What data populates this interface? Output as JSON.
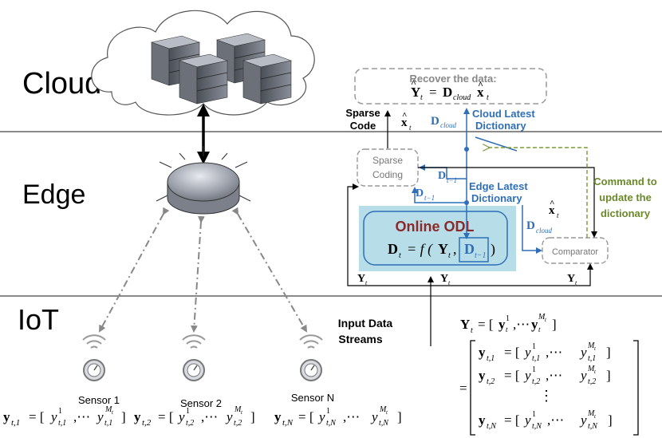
{
  "layers": {
    "cloud": "Cloud",
    "edge": "Edge",
    "iot": "IoT"
  },
  "recover": {
    "title": "Recover the data:",
    "eq_Y": "Y",
    "eq_t": "t",
    "eq_eq": "=",
    "eq_D": "D",
    "eq_cloud": "cloud",
    "eq_x": "x",
    "eq_t2": "t"
  },
  "sparse_code": {
    "line1": "Sparse",
    "line2": "Code",
    "x": "x",
    "t": "t"
  },
  "sparse_coding_box": {
    "line1": "Sparse",
    "line2": "Coding"
  },
  "cloud_dict": {
    "D": "D",
    "sub": "cloud",
    "line1": "Cloud Latest",
    "line2": "Dictionary"
  },
  "edge_dict": {
    "D": "D",
    "sub": "t−1",
    "line1": "Edge Latest",
    "line2": "Dictionary"
  },
  "odl": {
    "title": "Online ODL",
    "eq_D": "D",
    "eq_t": "t",
    "eq_rest": "= f (",
    "eq_Y": "Y",
    "eq_t2": "t",
    "eq_comma": ",",
    "eq_D2": "D",
    "eq_sub": "t−1",
    "eq_close": ")"
  },
  "comparator": "Comparator",
  "command": {
    "line1": "Command to",
    "line2": "update the",
    "line3": "dictionary"
  },
  "labels": {
    "xhat": "x",
    "xhat_t": "t",
    "dcloud": "D",
    "dcloud_sub": "cloud",
    "Y": "Y",
    "t": "t"
  },
  "input_streams": {
    "line1": "Input Data",
    "line2": "Streams"
  },
  "sensors": [
    {
      "name": "Sensor 1",
      "y": "y",
      "sub": "t,1",
      "sup_sub": "t,1"
    },
    {
      "name": "Sensor 2",
      "y": "y",
      "sub": "t,2",
      "sup_sub": "t,2"
    },
    {
      "name": "Sensor N",
      "y": "y",
      "sub": "t,N",
      "sup_sub": "t,N"
    }
  ],
  "matrix": {
    "Y": "Y",
    "t": "t",
    "eq": "= [",
    "y": "y",
    "one": "1",
    "sep": ",⋯",
    "Mt": "M",
    "Mt_sub": "t",
    "close": "]",
    "eq2": "=",
    "vdots": "⋮",
    "rows": [
      {
        "sub": "t,1"
      },
      {
        "sub": "t,2"
      },
      {
        "sub": "t,N"
      }
    ]
  }
}
